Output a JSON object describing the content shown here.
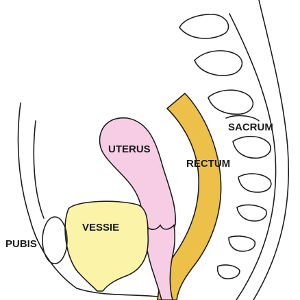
{
  "labels": {
    "sacrum": "SACRUM",
    "uterus": "UTERUS",
    "rectum": "RECTUM",
    "vessie": "VESSIE",
    "pubis": "PUBIS"
  },
  "colors": {
    "rectum": "#EDC04A",
    "uterus": "#F7CDE6",
    "vessie": "#FAF3A8",
    "outline": "#1c1c1c",
    "background": "#FFFFFF"
  }
}
